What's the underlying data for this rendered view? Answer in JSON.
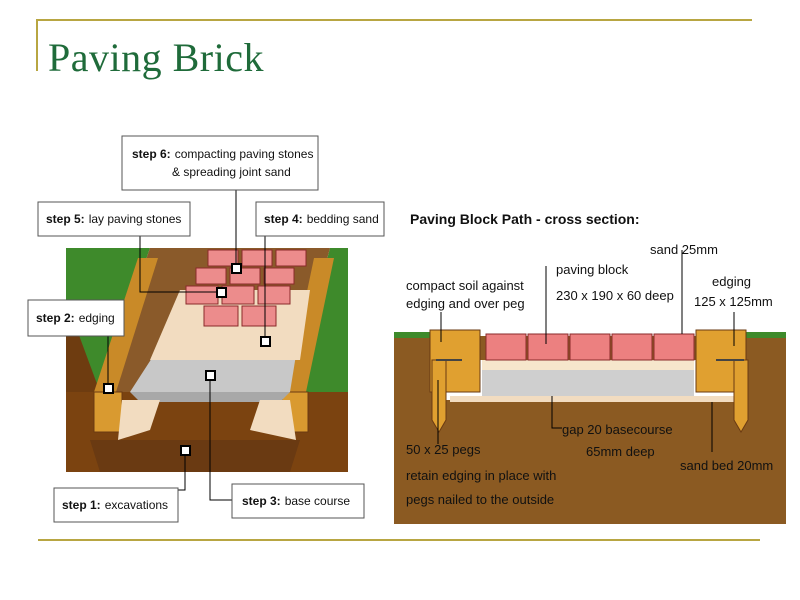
{
  "slide": {
    "title": "Paving Brick",
    "accent_color": "#b8a642",
    "title_color": "#1f6b3a"
  },
  "left_diagram": {
    "steps": [
      {
        "num": "step 1:",
        "text": "excavations"
      },
      {
        "num": "step 2:",
        "text": "edging"
      },
      {
        "num": "step 3:",
        "text": "base course"
      },
      {
        "num": "step 4:",
        "text": "bedding sand"
      },
      {
        "num": "step 5:",
        "text": "lay paving stones"
      },
      {
        "num": "step 6:",
        "text": "compacting paving stones",
        "text2": "& spreading joint sand"
      }
    ]
  },
  "cross_section": {
    "title": "Paving Block Path - cross section:",
    "labels": {
      "compact_soil_1": "compact soil against",
      "compact_soil_2": "edging and over peg",
      "paving_block_1": "paving block",
      "paving_block_2": "230 x 190 x 60 deep",
      "sand_25": "sand 25mm",
      "edging_1": "edging",
      "edging_2": "125 x 125mm",
      "pegs_1": "50 x 25 pegs",
      "pegs_2": "retain edging in place with",
      "pegs_3": "pegs nailed to the outside",
      "gap_1": "gap 20 basecourse",
      "gap_2": "65mm deep",
      "sand_bed": "sand bed 20mm"
    }
  }
}
